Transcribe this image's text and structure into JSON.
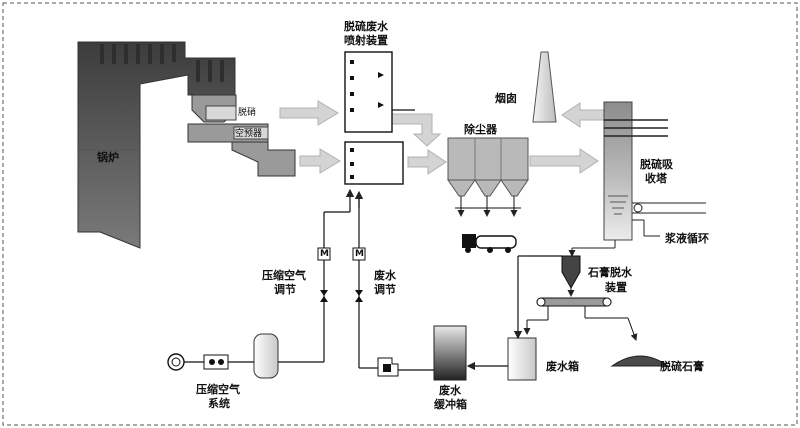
{
  "labels": {
    "boiler": "锅炉",
    "spray_line1": "脱硫废水",
    "spray_line2": "喷射装置",
    "chimney": "烟囱",
    "dust_collector": "除尘器",
    "desulf_tower_line1": "脱硫吸",
    "desulf_tower_line2": "收塔",
    "slurry_circulation": "浆液循环",
    "gypsum_dewater_line1": "石膏脱水",
    "gypsum_dewater_line2": "装置",
    "wastewater_tank": "废水箱",
    "gypsum": "脱硫石膏",
    "buffer_tank_line1": "废水",
    "buffer_tank_line2": "缓冲箱",
    "compressed_air_reg_line1": "压缩空气",
    "compressed_air_reg_line2": "调节",
    "wastewater_reg_line1": "废水",
    "wastewater_reg_line2": "调节",
    "compressed_air_sys_line1": "压缩空气",
    "compressed_air_sys_line2": "系统",
    "denox": "脱硝",
    "air_preheater": "空预器",
    "valve_mark": "M"
  },
  "colors": {
    "boiler_dark": "#4a4a4a",
    "boiler_mid": "#6e6e6e",
    "equipment_grey": "#b9b9b9",
    "arrow_grey": "#d4d4d4",
    "line": "#222222"
  }
}
